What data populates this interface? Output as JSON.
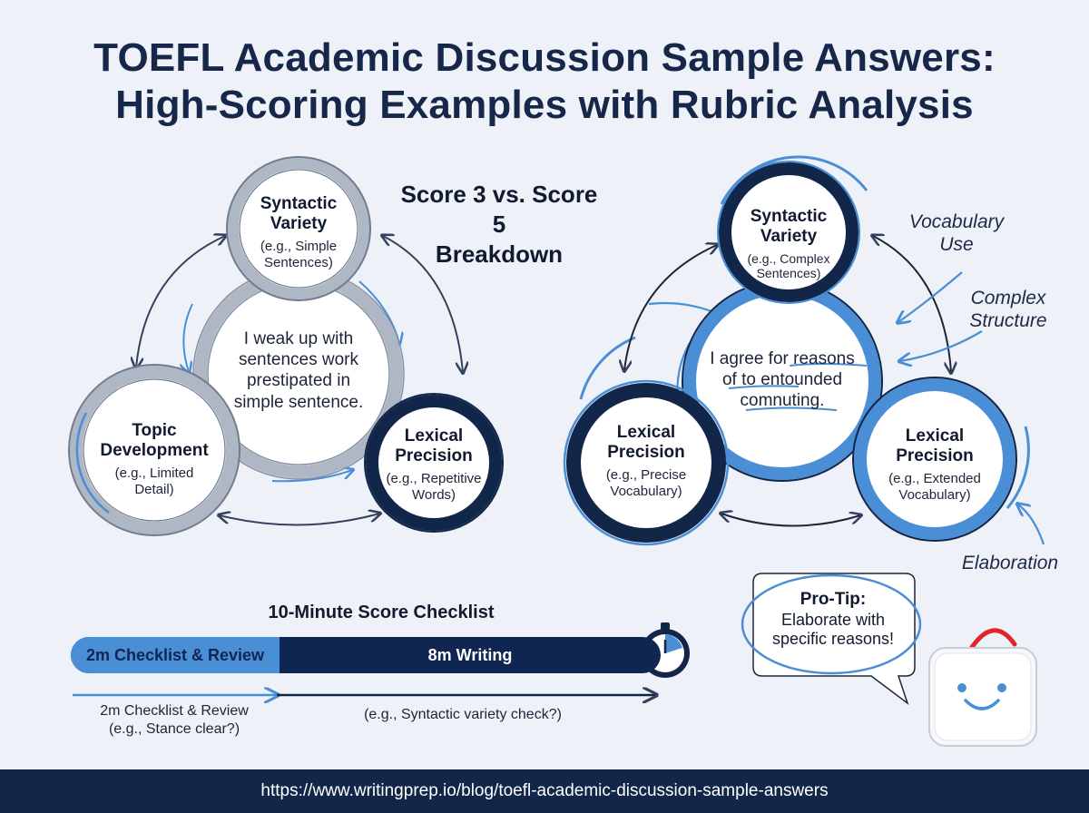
{
  "title": {
    "line1": "TOEFL Academic Discussion Sample Answers:",
    "line2": "High-Scoring Examples with Rubric Analysis"
  },
  "breakdown": {
    "line1": "Score 3 vs. Score 5",
    "line2": "Breakdown"
  },
  "left_diagram": {
    "top": {
      "heading": "Syntactic\nVariety",
      "sub": "(e.g., Simple\nSentences)"
    },
    "center": "I weak up with\nsentences work\nprestipated in\nsimple sentence.",
    "left": {
      "heading": "Topic\nDevelopment",
      "sub": "(e.g., Limited\nDetail)"
    },
    "right": {
      "heading": "Lexical\nPrecision",
      "sub": "(e.g., Repetitive\nWords)"
    }
  },
  "right_diagram": {
    "top": {
      "heading": "Syntactic\nVariety",
      "sub": "(e.g., Complex\nSentences)"
    },
    "center": "I agree for reasons\nof to entounded\ncomnuting.",
    "left": {
      "heading": "Lexical\nPrecision",
      "sub": "(e.g., Precise\nVocabulary)"
    },
    "right": {
      "heading": "Lexical\nPrecision",
      "sub": "(e.g., Extended\nVocabulary)"
    }
  },
  "annotations": {
    "vocabulary": "Vocabulary\nUse",
    "complex": "Complex\nStructure",
    "elaboration": "Elaboration"
  },
  "checklist": {
    "title": "10-Minute Score Checklist",
    "review_segment": "2m Checklist & Review",
    "writing_segment": "8m Writing",
    "review_caption": "2m Checklist & Review\n(e.g., Stance clear?)",
    "writing_caption": "(e.g., Syntactic variety check?)",
    "review_minutes": 2,
    "writing_minutes": 8
  },
  "protip": {
    "heading": "Pro-Tip:",
    "body": "Elaborate with\nspecific reasons!"
  },
  "footer": {
    "url": "https://www.writingprep.io/blog/toefl-academic-discussion-sample-answers"
  },
  "colors": {
    "navy": "#0f2552",
    "blue": "#4a8fd6",
    "gray_ring": "#aeb7c3",
    "background": "#eef2f8",
    "footer": "#12264a",
    "robot_antenna": "#e0262b"
  },
  "icons": [
    "stopwatch-icon",
    "robot-mascot-icon",
    "speech-bubble-icon"
  ]
}
